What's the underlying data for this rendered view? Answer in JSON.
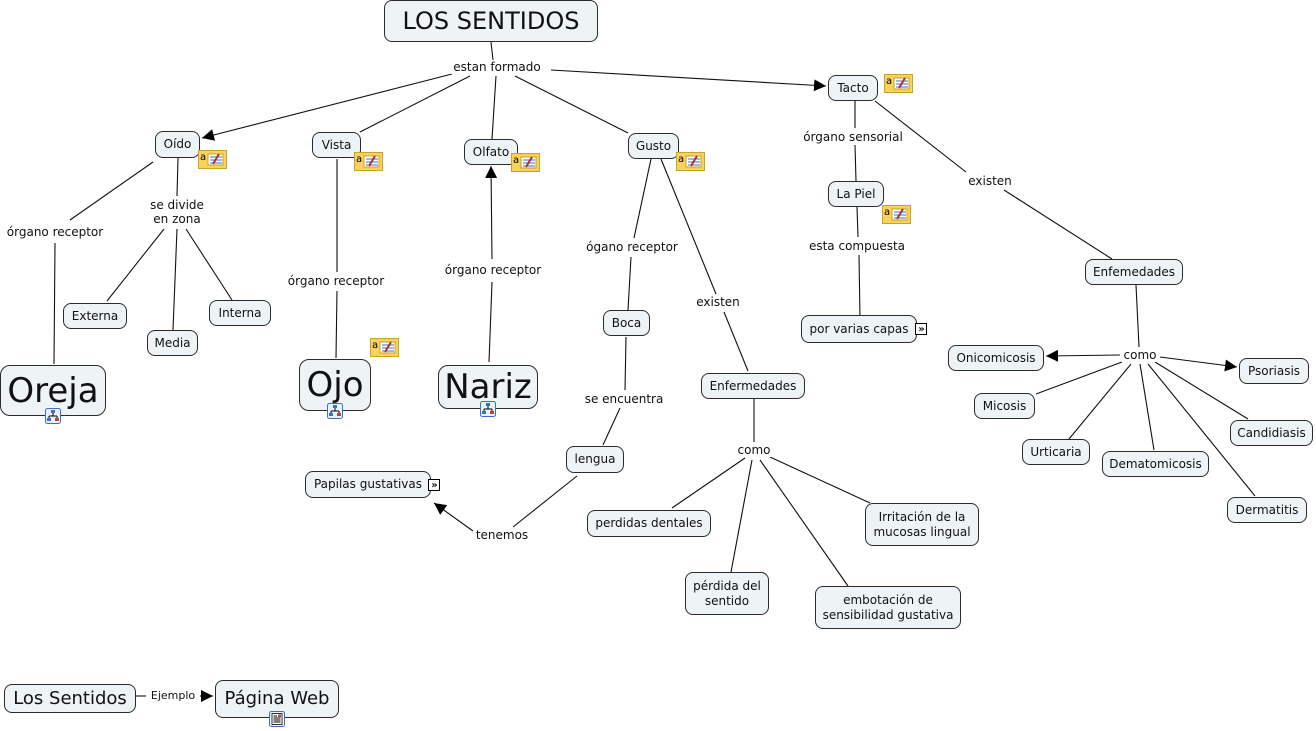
{
  "title": "LOS SENTIDOS",
  "nodes": {
    "los_sentidos": "LOS SENTIDOS",
    "oido": "Oído",
    "vista": "Vista",
    "olfato": "Olfato",
    "gusto": "Gusto",
    "tacto": "Tacto",
    "externa": "Externa",
    "media": "Media",
    "interna": "Interna",
    "oreja": "Oreja",
    "ojo": "Ojo",
    "nariz": "Nariz",
    "boca": "Boca",
    "lengua": "lengua",
    "papilas": "Papilas gustativas",
    "enfermedades_gusto": "Enfermedades",
    "perdidas_dentales": "perdidas dentales",
    "perdida_sentido": "pérdida del\nsentido",
    "embotacion": "embotación de\nsensibilidad gustativa",
    "irritacion": "Irritación de la\nmucosas lingual",
    "la_piel": "La Piel",
    "varias_capas": "por varias capas",
    "enfemedades_tacto": "Enfemedades",
    "onicomicosis": "Onicomicosis",
    "psoriasis": "Psoriasis",
    "micosis": "Micosis",
    "urticaria": "Urticaria",
    "dematomicosis": "Dematomicosis",
    "candidiasis": "Candidiasis",
    "dermatitis": "Dermatitis",
    "los_sentidos_small": "Los Sentidos",
    "pagina_web": "Página Web"
  },
  "link_labels": {
    "estan_formado": "estan formado",
    "oido_organo": "órgano receptor",
    "oido_divide": "se divide\nen zona",
    "vista_organo": "órgano receptor",
    "olfato_organo": "órgano receptor",
    "gusto_organo": "ógano receptor",
    "gusto_existen": "existen",
    "boca_encuentra": "se encuentra",
    "lengua_tenemos": "tenemos",
    "enf_gusto_como": "como",
    "tacto_organo": "órgano sensorial",
    "piel_compuesta": "esta compuesta",
    "tacto_existen": "existen",
    "enf_tacto_como": "como",
    "ejemplo": "Ejemplo"
  },
  "icons": {
    "note": "annotation-note-icon",
    "submap": "concept-map-link-icon",
    "expand": "expand-chevrons-icon",
    "webpage": "web-page-resource-icon"
  },
  "colors": {
    "node_fill": "#eef4f6",
    "node_border": "#2b2b2b",
    "note_yellow": "#f7d35a",
    "icon_blue": "#3a6fc4"
  }
}
